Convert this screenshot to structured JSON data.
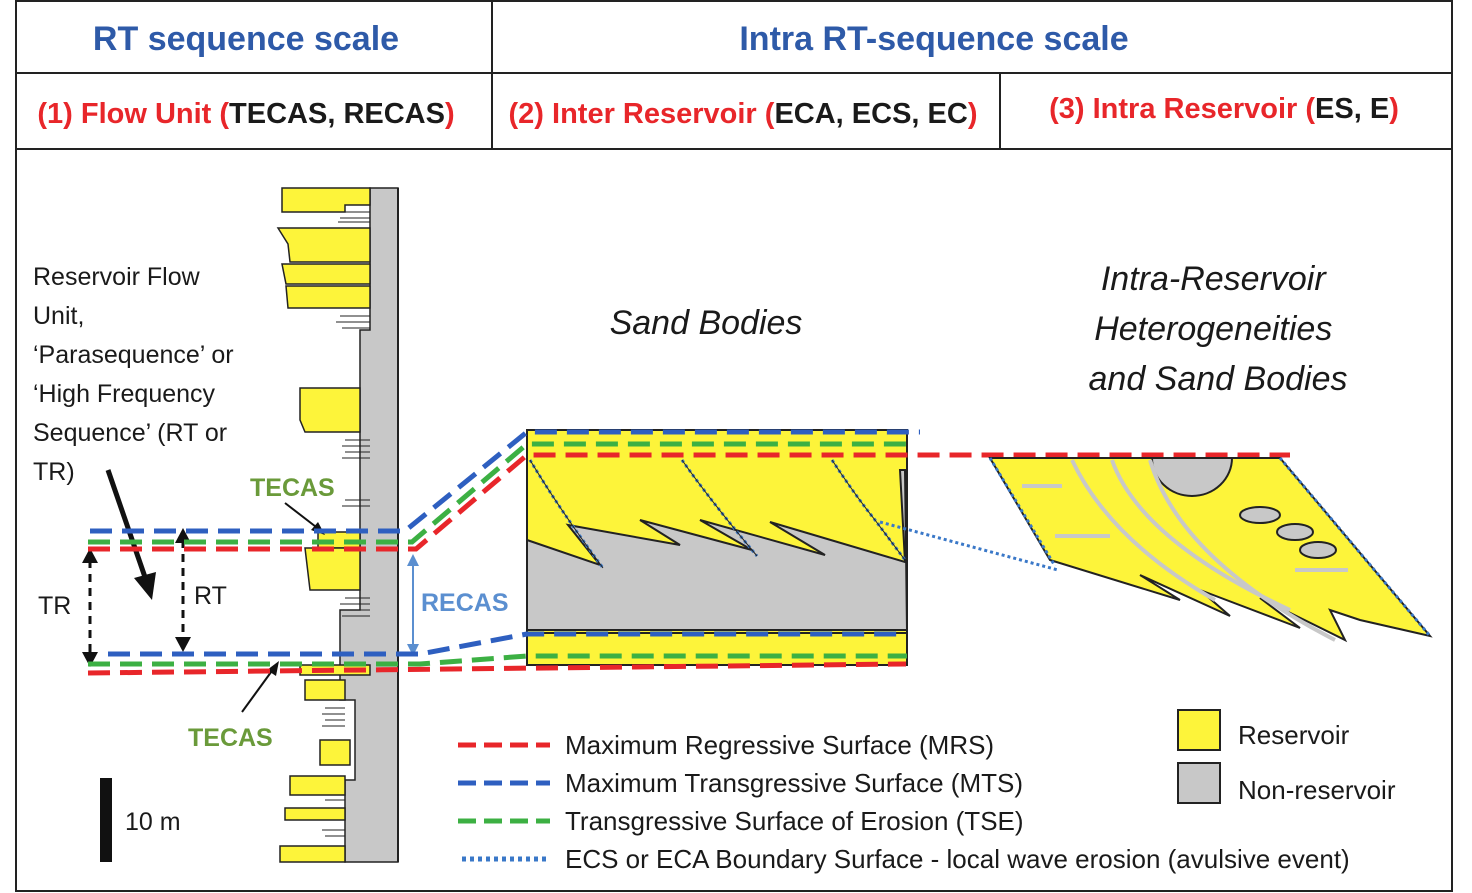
{
  "header": {
    "rt_scale": "RT sequence scale",
    "intra_scale": "Intra RT-sequence scale",
    "col1_prefix": "(1) Flow Unit (",
    "col1_codes": "TECAS, RECAS",
    "col1_suffix": ")",
    "col2_prefix": "(2) Inter Reservoir (",
    "col2_codes": "ECA, ECS, EC",
    "col2_suffix": ")",
    "col3_prefix": "(3) Intra Reservoir (",
    "col3_codes": "ES, E",
    "col3_suffix": ")"
  },
  "left_panel": {
    "description_lines": [
      "Reservoir Flow",
      "Unit,",
      "‘Parasequence’ or",
      "‘High Frequency",
      "Sequence’ (RT or",
      "TR)"
    ],
    "tecas_upper": "TECAS",
    "tecas_lower": "TECAS",
    "tr_label": "TR",
    "rt_label": "RT",
    "recas_label": "RECAS",
    "scale_label": "10 m"
  },
  "middle_panel": {
    "title": "Sand Bodies"
  },
  "right_panel": {
    "title_lines": [
      "Intra-Reservoir",
      "Heterogeneities",
      "and Sand Bodies"
    ]
  },
  "legend": {
    "lines": [
      {
        "label": "Maximum Regressive Surface (MRS)",
        "color": "#e8262a",
        "style": "dashed"
      },
      {
        "label": "Maximum Transgressive Surface (MTS)",
        "color": "#2e5fc0",
        "style": "dashed"
      },
      {
        "label": "Transgressive Surface of Erosion (TSE)",
        "color": "#3cb043",
        "style": "dashed"
      },
      {
        "label": "ECS or ECA Boundary Surface - local wave erosion (avulsive event)",
        "color": "#3a78c8",
        "style": "dotted"
      }
    ],
    "reservoir": "Reservoir",
    "non_reservoir": "Non-reservoir"
  },
  "colors": {
    "reservoir": "#fdf43a",
    "non_reservoir": "#c8c8c8",
    "mrs": "#e8262a",
    "mts": "#2e5fc0",
    "tse": "#3cb043",
    "boundary": "#3a78c8"
  }
}
